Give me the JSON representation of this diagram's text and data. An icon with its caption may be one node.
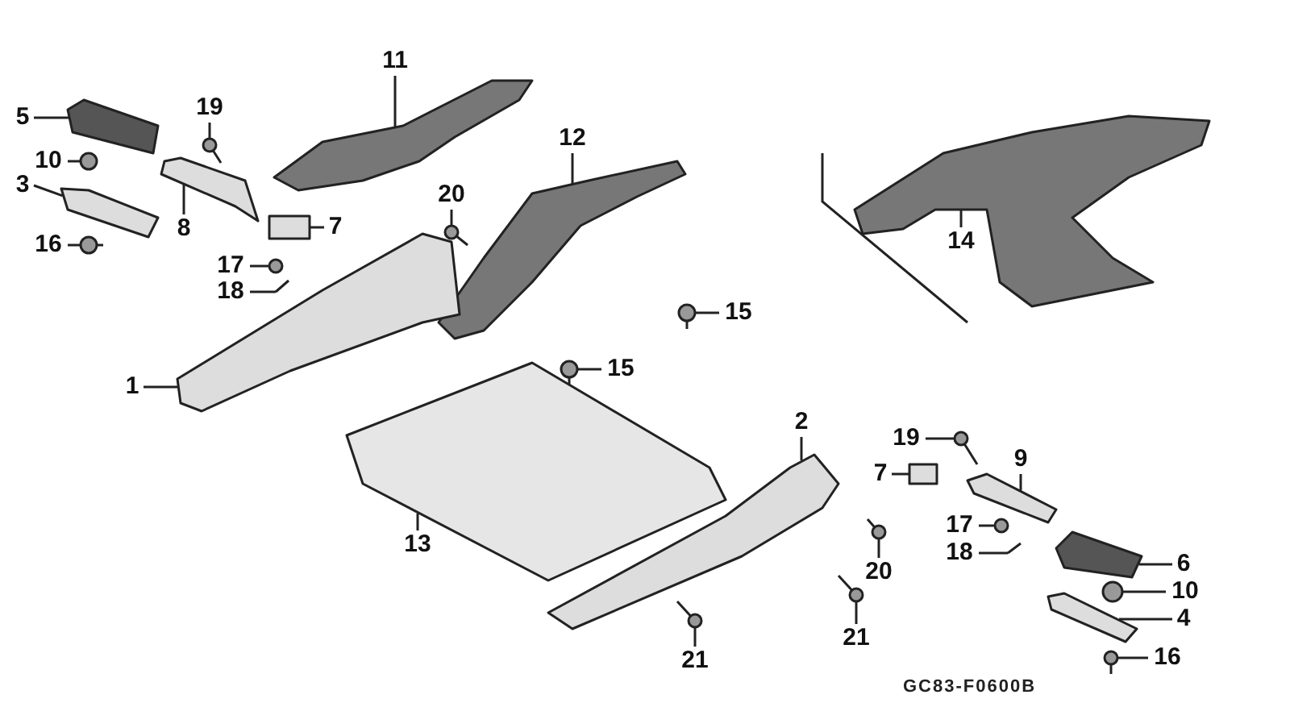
{
  "diagram": {
    "nodes": [
      {
        "text": [
          "11"
        ]
      },
      {
        "text": [
          "5"
        ]
      },
      {
        "text": [
          "19"
        ]
      },
      {
        "text": [
          "10"
        ]
      },
      {
        "text": [
          "12"
        ]
      },
      {
        "text": [
          "3"
        ]
      },
      {
        "text": [
          "20"
        ]
      },
      {
        "text": [
          "7"
        ]
      },
      {
        "text": [
          "8"
        ]
      },
      {
        "text": [
          "16"
        ]
      },
      {
        "text": [
          "14"
        ]
      },
      {
        "text": [
          "17"
        ]
      },
      {
        "text": [
          "18"
        ]
      },
      {
        "text": [
          "15"
        ]
      },
      {
        "text": [
          "15"
        ]
      },
      {
        "text": [
          "1"
        ]
      },
      {
        "text": [
          "2"
        ]
      },
      {
        "text": [
          "19"
        ]
      },
      {
        "text": [
          "7"
        ]
      },
      {
        "text": [
          "9"
        ]
      },
      {
        "text": [
          "17"
        ]
      },
      {
        "text": [
          "13"
        ]
      },
      {
        "text": [
          "18"
        ]
      },
      {
        "text": [
          "6"
        ]
      },
      {
        "text": [
          "20"
        ]
      },
      {
        "text": [
          "10"
        ]
      },
      {
        "text": [
          "4"
        ]
      },
      {
        "text": [
          "21"
        ]
      },
      {
        "text": [
          "16"
        ]
      },
      {
        "text": [
          "21"
        ]
      },
      {
        "text": [],
        "shape": "picture"
      },
      {
        "text": [],
        "shape": "picture"
      },
      {
        "text": [],
        "shape": "picture"
      },
      {
        "text": [],
        "shape": "circle"
      },
      {
        "text": [],
        "shape": "picture"
      },
      {
        "text": [],
        "shape": "picture"
      },
      {
        "text": [],
        "shape": "picture"
      },
      {
        "text": [],
        "shape": "box"
      },
      {
        "text": [],
        "shape": "picture"
      },
      {
        "text": [],
        "shape": "picture"
      },
      {
        "text": [],
        "shape": "picture"
      },
      {
        "text": [],
        "shape": "circle"
      },
      {
        "text": [],
        "shape": "picture"
      },
      {
        "text": [],
        "shape": "picture"
      },
      {
        "text": [],
        "shape": "picture"
      },
      {
        "text": [],
        "shape": "picture"
      },
      {
        "text": [],
        "shape": "picture"
      },
      {
        "text": [],
        "shape": "picture"
      },
      {
        "text": [],
        "shape": "box"
      },
      {
        "text": [],
        "shape": "picture"
      },
      {
        "text": [],
        "shape": "circle"
      },
      {
        "text": [],
        "shape": "picture"
      },
      {
        "text": [],
        "shape": "picture"
      },
      {
        "text": [],
        "shape": "picture"
      },
      {
        "text": [],
        "shape": "picture"
      },
      {
        "text": [],
        "shape": "circle"
      },
      {
        "text": [],
        "shape": "picture"
      },
      {
        "text": [],
        "shape": "picture"
      },
      {
        "text": [],
        "shape": "picture"
      },
      {
        "text": [],
        "shape": "picture"
      }
    ],
    "edges": [
      {
        "from": 0,
        "to": 30,
        "arrow": "none"
      },
      {
        "from": 1,
        "to": 31,
        "arrow": "none"
      },
      {
        "from": 2,
        "to": 32,
        "arrow": "none"
      },
      {
        "from": 3,
        "to": 33,
        "arrow": "none"
      },
      {
        "from": 4,
        "to": 34,
        "arrow": "none"
      },
      {
        "from": 5,
        "to": 35,
        "arrow": "none"
      },
      {
        "from": 6,
        "to": 36,
        "arrow": "none"
      },
      {
        "from": 7,
        "to": 37,
        "arrow": "none"
      },
      {
        "from": 8,
        "to": 38,
        "arrow": "none"
      },
      {
        "from": 9,
        "to": 39,
        "arrow": "none"
      },
      {
        "from": 10,
        "to": 40,
        "arrow": "none"
      },
      {
        "from": 11,
        "to": 41,
        "arrow": "none"
      },
      {
        "from": 12,
        "to": 42,
        "arrow": "none"
      },
      {
        "from": 13,
        "to": 43,
        "arrow": "none"
      },
      {
        "from": 14,
        "to": 44,
        "arrow": "none"
      },
      {
        "from": 15,
        "to": 45,
        "arrow": "none"
      },
      {
        "from": 16,
        "to": 46,
        "arrow": "none"
      },
      {
        "from": 17,
        "to": 47,
        "arrow": "none"
      },
      {
        "from": 18,
        "to": 48,
        "arrow": "none"
      },
      {
        "from": 19,
        "to": 49,
        "arrow": "none"
      },
      {
        "from": 20,
        "to": 50,
        "arrow": "none"
      },
      {
        "from": 21,
        "to": 51,
        "arrow": "none"
      },
      {
        "from": 22,
        "to": 52,
        "arrow": "none"
      },
      {
        "from": 23,
        "to": 53,
        "arrow": "none"
      },
      {
        "from": 24,
        "to": 54,
        "arrow": "none"
      },
      {
        "from": 25,
        "to": 55,
        "arrow": "none"
      },
      {
        "from": 26,
        "to": 56,
        "arrow": "none"
      },
      {
        "from": 27,
        "to": 57,
        "arrow": "none"
      },
      {
        "from": 28,
        "to": 58,
        "arrow": "none"
      },
      {
        "from": 29,
        "to": 59,
        "arrow": "none"
      }
    ],
    "labels": [
      "GC83-F0600B"
    ]
  }
}
